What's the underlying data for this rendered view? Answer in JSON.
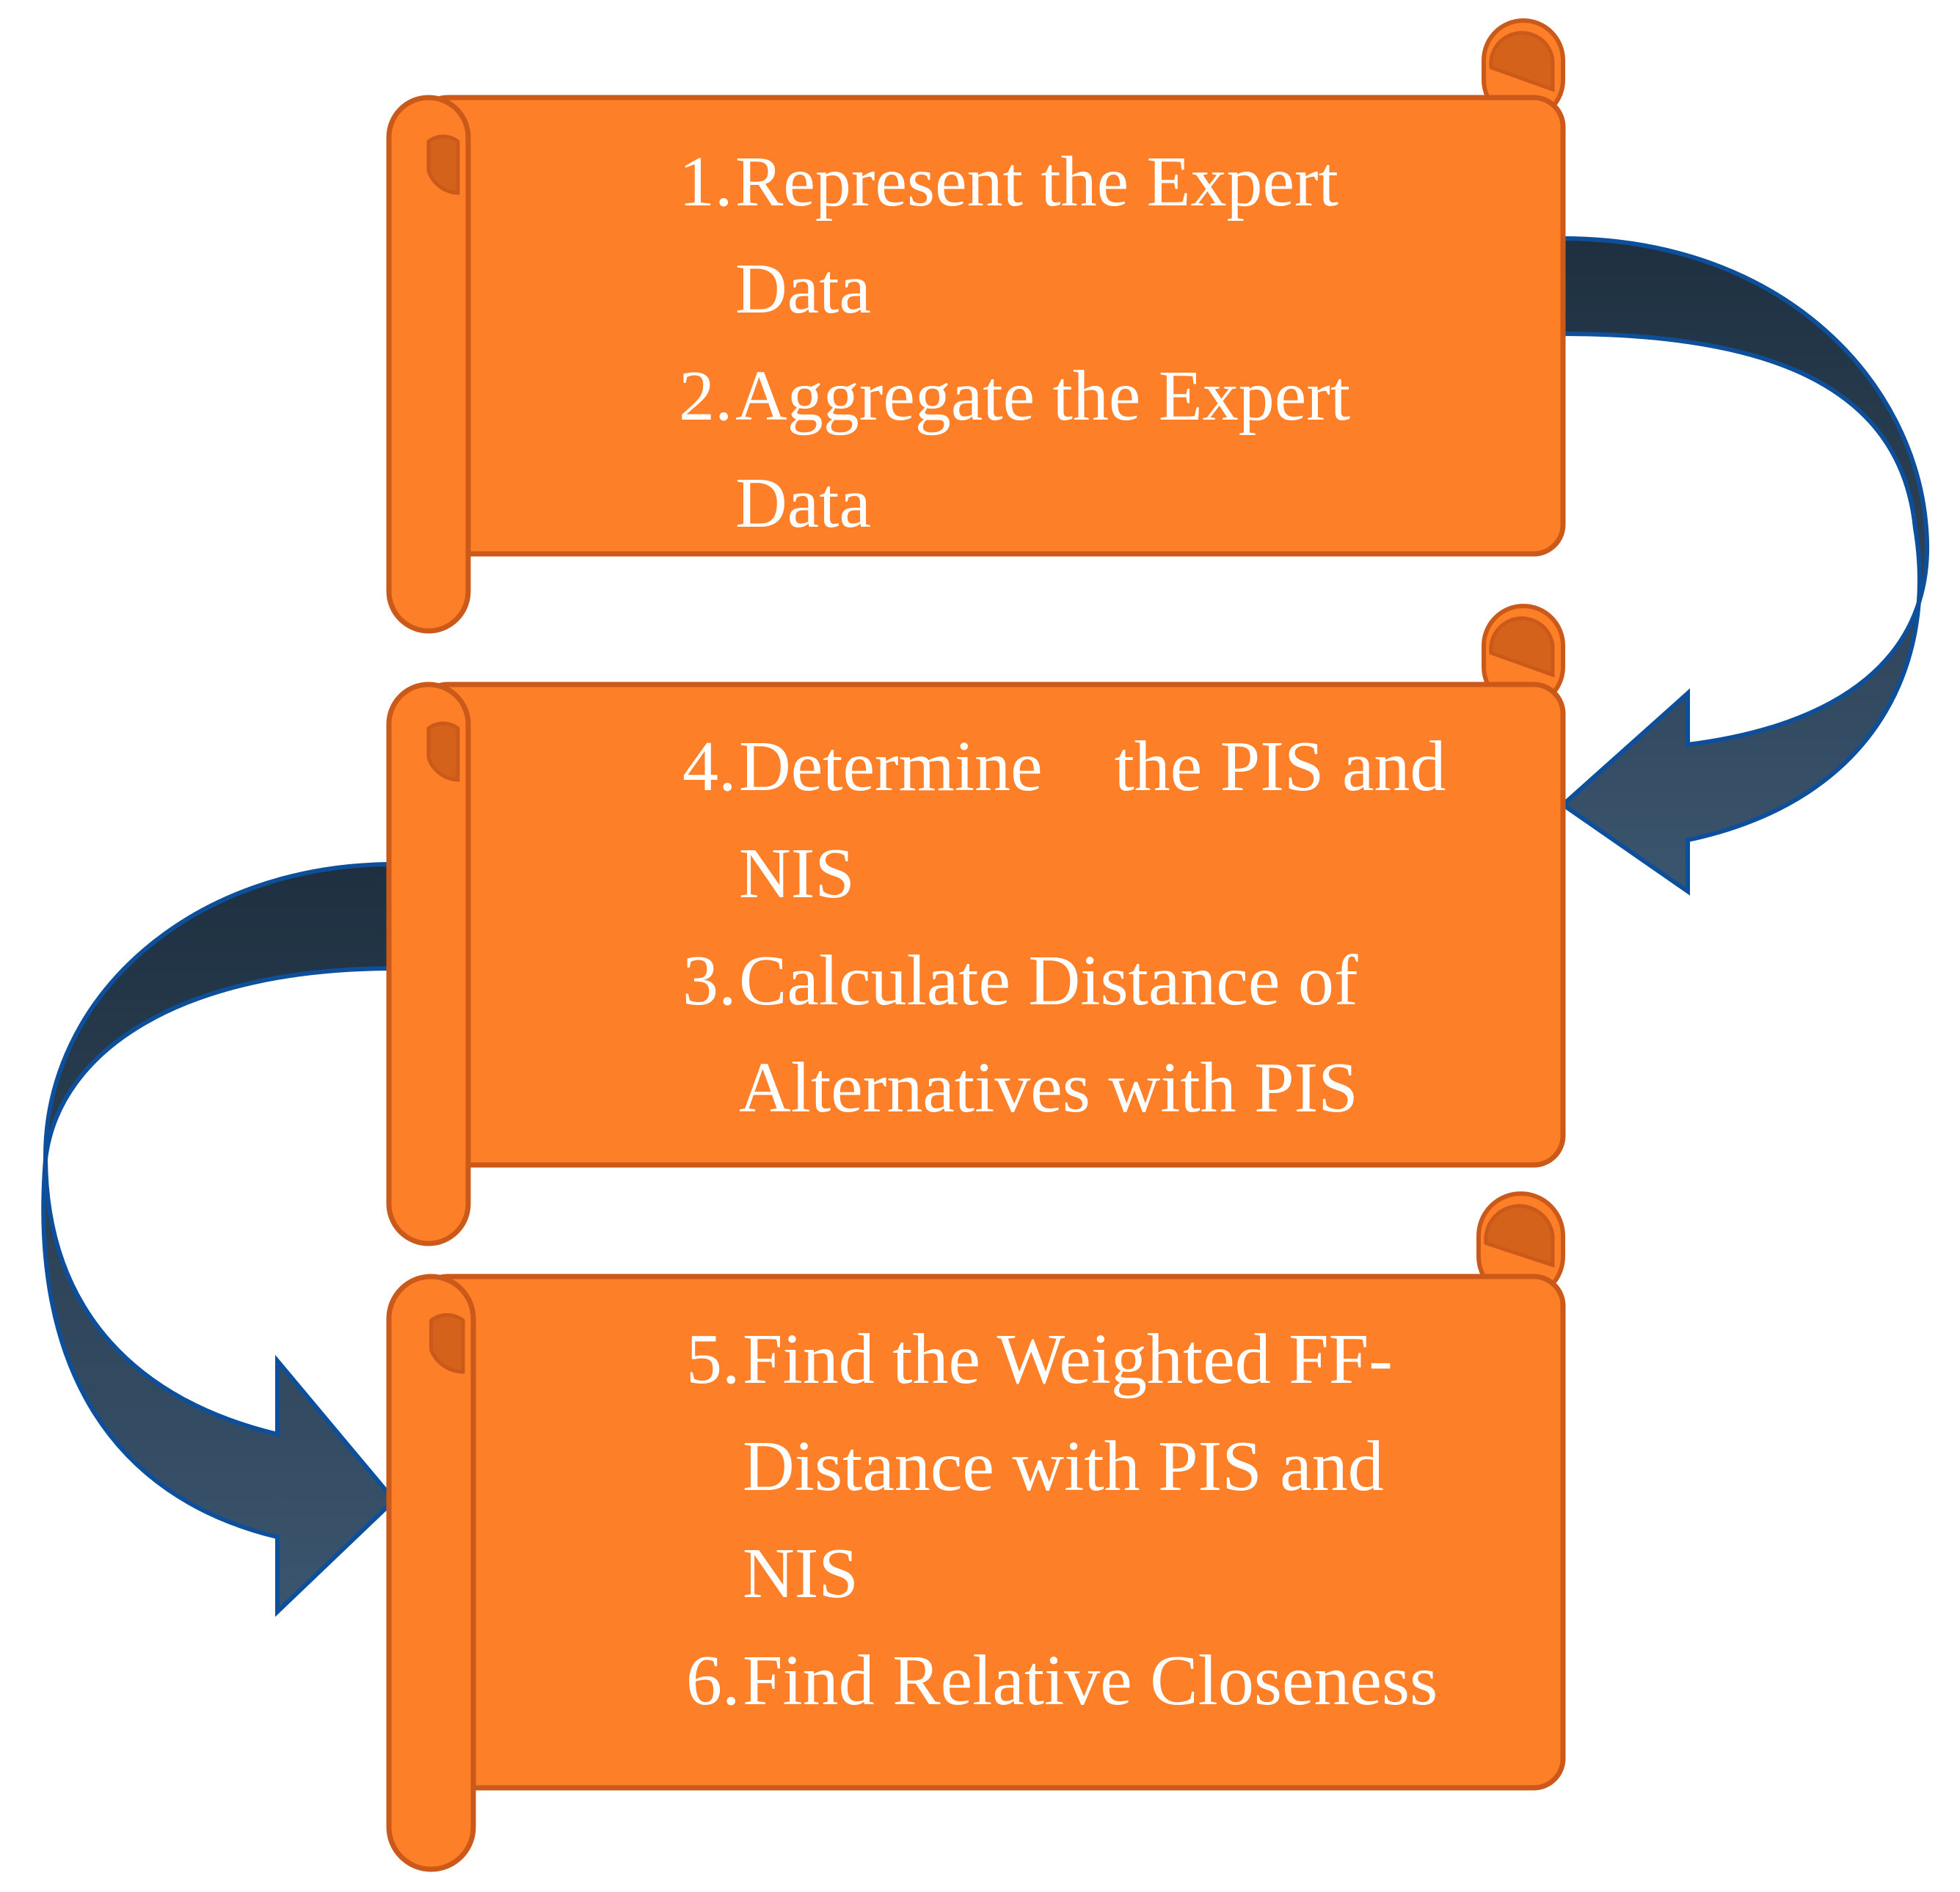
{
  "colors": {
    "scroll_fill": "#FD7F28",
    "scroll_stroke": "#CB5A1A",
    "scroll_curl": "#D4621A",
    "arrow_dark": "#1E3040",
    "arrow_light": "#3B556E",
    "arrow_stroke": "#0D4F9A",
    "text": "#FFFFFF"
  },
  "scrolls": [
    {
      "items": [
        {
          "number": "1.",
          "lines": [
            "Represent the Expert",
            "Data"
          ]
        },
        {
          "number": "2.",
          "lines": [
            "Aggregate the Expert",
            "Data"
          ]
        }
      ]
    },
    {
      "items": [
        {
          "number": "4.",
          "lines": [
            "Determine    the PIS and",
            "NIS"
          ]
        },
        {
          "number": "3.",
          "lines": [
            "Calculate Distance of",
            "Alternatives with PIS"
          ]
        }
      ]
    },
    {
      "items": [
        {
          "number": "5.",
          "lines": [
            "Find the Weighted FF-",
            "Distance with PIS and",
            "NIS"
          ]
        },
        {
          "number": "6.",
          "lines": [
            "Find Relative Closeness"
          ]
        }
      ]
    }
  ],
  "connectors": [
    {
      "from": 0,
      "to": 1,
      "side": "right",
      "icon": "curved-arrow-down-left-icon"
    },
    {
      "from": 1,
      "to": 2,
      "side": "left",
      "icon": "curved-arrow-down-right-icon"
    }
  ]
}
